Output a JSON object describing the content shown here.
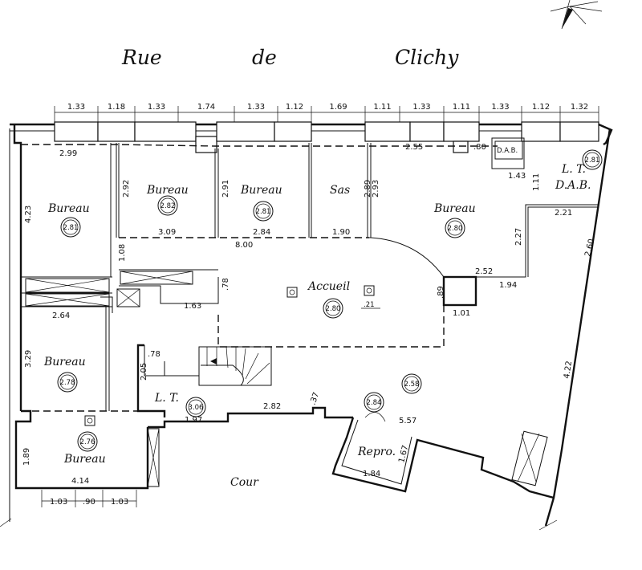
{
  "street": [
    "Rue",
    "de",
    "Clichy"
  ],
  "court_label": "Cour",
  "top_dimensions": [
    "1.33",
    "1.18",
    "1.33",
    "1.74",
    "1.33",
    "1.12",
    "1.69",
    "1.11",
    "1.33",
    "1.11",
    "1.33",
    "1.12",
    "1.32"
  ],
  "bottom_dimensions": [
    "1.03",
    ".90",
    "1.03"
  ],
  "rooms": [
    {
      "id": "bureau-1",
      "name": "Bureau",
      "height": "2.81"
    },
    {
      "id": "bureau-2",
      "name": "Bureau",
      "height": "2.82"
    },
    {
      "id": "bureau-3",
      "name": "Bureau",
      "height": "2.81"
    },
    {
      "id": "sas",
      "name": "Sas",
      "height": ""
    },
    {
      "id": "bureau-4",
      "name": "Bureau",
      "height": "2.80"
    },
    {
      "id": "accueil",
      "name": "Accueil",
      "height": "2.80"
    },
    {
      "id": "bureau-5",
      "name": "Bureau",
      "height": "2.78"
    },
    {
      "id": "lt-1",
      "name": "L. T.",
      "height": "3.06"
    },
    {
      "id": "bureau-6",
      "name": "Bureau",
      "height": "2.76"
    },
    {
      "id": "repro",
      "name": "Repro.",
      "height": ""
    },
    {
      "id": "lt-dab",
      "name": "L. T.",
      "name2": "D.A.B.",
      "height": "2.81"
    },
    {
      "id": "dab",
      "name": "D.A.B.",
      "height": ""
    }
  ],
  "extra_heights": [
    "2.58",
    "2.84"
  ],
  "plan_dimensions": [
    "2.99",
    "4.23",
    "2.92",
    "3.09",
    "2.91",
    "2.84",
    "2.89",
    "2.93",
    "1.90",
    "8.00",
    "1.08",
    "2.55",
    ".80",
    "1.43",
    "1.11",
    "2.21",
    "2.27",
    "2.60",
    "2.52",
    "1.94",
    ".89",
    "1.01",
    ".78",
    "1.63",
    "2.64",
    "3.29",
    ".78",
    "2.05",
    "1.97",
    "2.82",
    ".37",
    "5.57",
    "1.67",
    "1.84",
    "4.22",
    "1.89",
    "4.14"
  ]
}
